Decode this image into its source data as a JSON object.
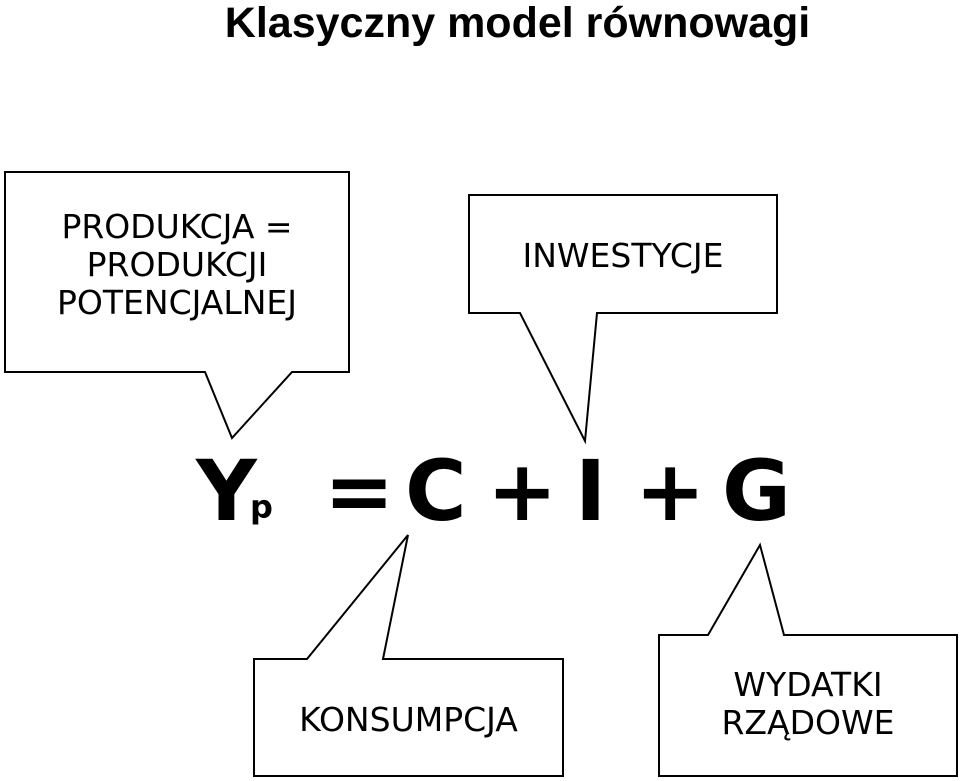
{
  "title": "Klasyczny model równowagi",
  "callouts": {
    "production": {
      "line1": "PRODUKCJA =",
      "line2": "PRODUKCJI",
      "line3": "POTENCJALNEJ"
    },
    "investment": "INWESTYCJE",
    "consumption": "KONSUMPCJA",
    "government": {
      "line1": "WYDATKI",
      "line2": "RZĄDOWE"
    }
  },
  "equation": {
    "y": "Y",
    "y_subscript": "p",
    "equals": "=",
    "c": "C",
    "plus1": "+",
    "i": "I",
    "plus2": "+",
    "g": "G"
  }
}
